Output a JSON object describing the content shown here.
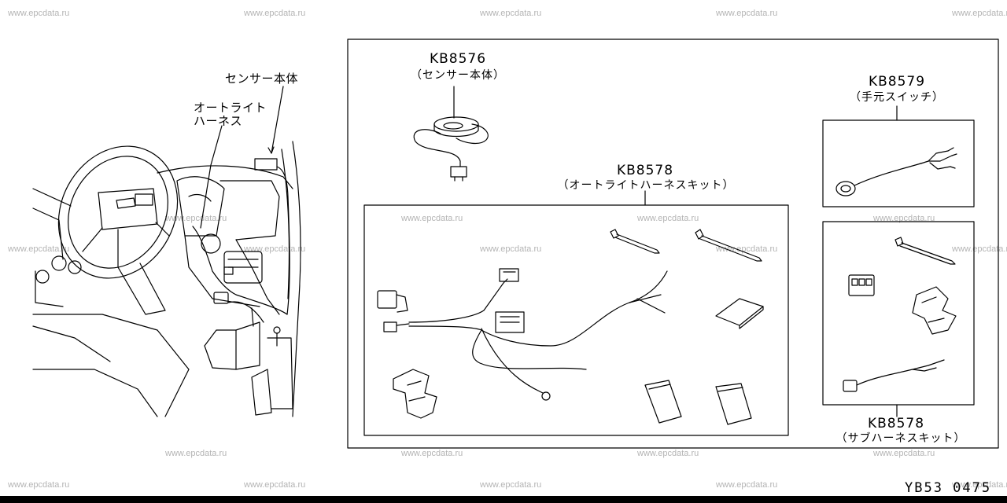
{
  "watermark": "www.epcdata.ru",
  "left_labels": {
    "sensor_body": "センサー本体",
    "auto_light_line1": "オートライト",
    "auto_light_line2": "ハーネス"
  },
  "parts": {
    "sensor": {
      "code": "KB8576",
      "name": "（センサー本体）"
    },
    "auto_light_kit": {
      "code": "KB8578",
      "name": "（オートライトハーネスキット）"
    },
    "hand_switch": {
      "code": "KB8579",
      "name": "（手元スイッチ）"
    },
    "sub_harness_kit": {
      "code": "KB8578",
      "name": "（サブハーネスキット）"
    }
  },
  "figure_number": "YB53 0475"
}
